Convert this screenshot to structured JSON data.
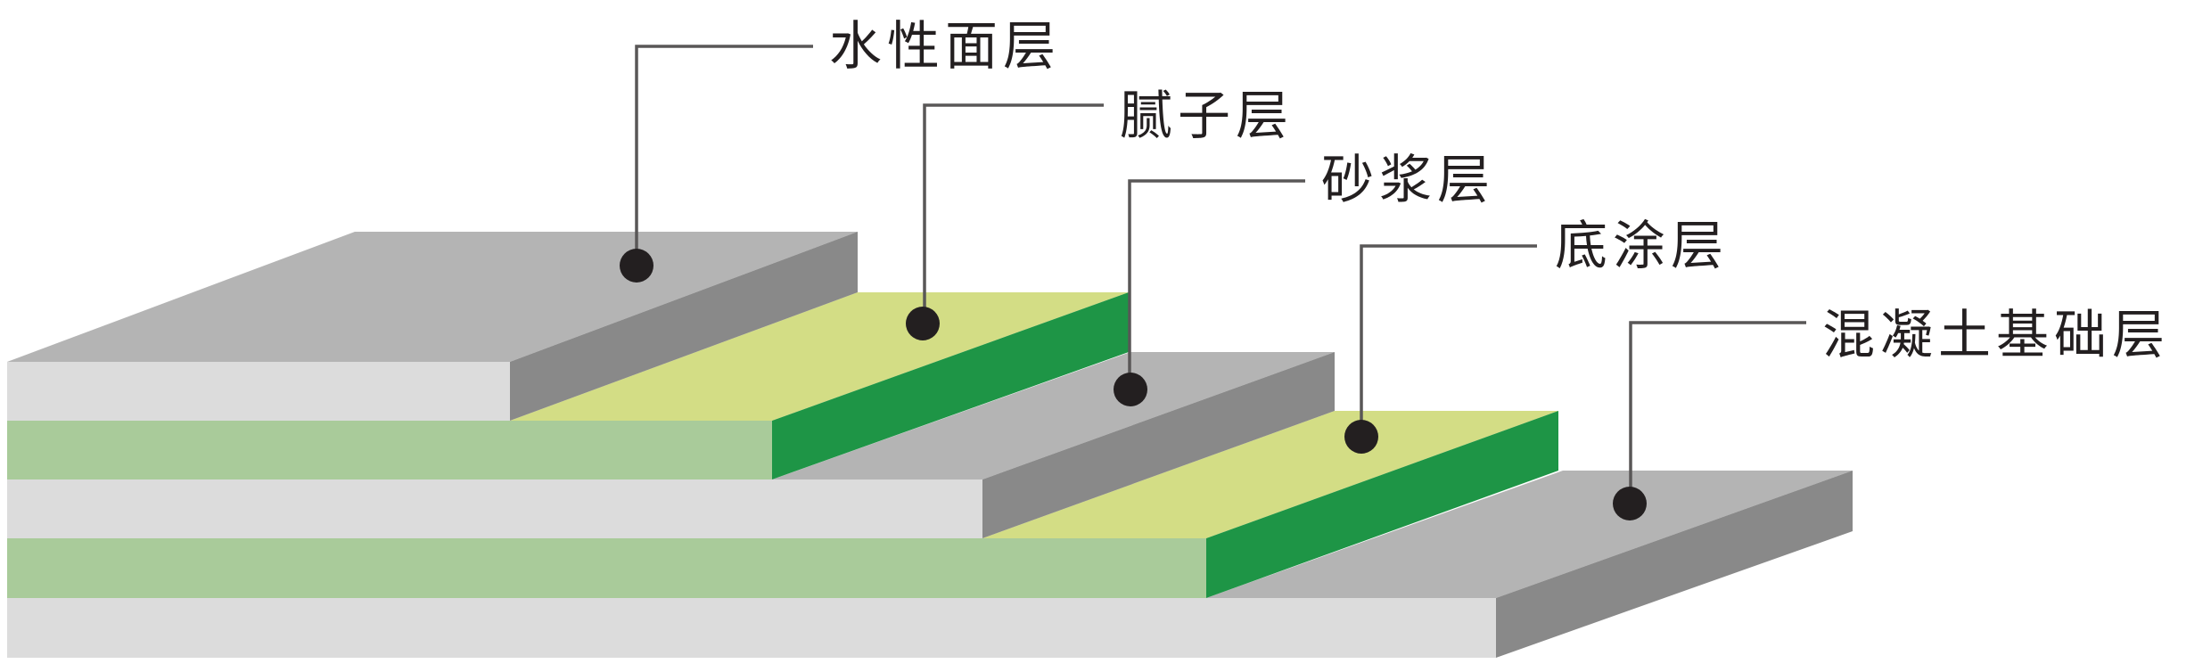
{
  "diagram": {
    "layers": [
      {
        "id": "water-based-top-coat",
        "label": "水性面层"
      },
      {
        "id": "putty-layer",
        "label": "腻子层"
      },
      {
        "id": "mortar-layer",
        "label": "砂浆层"
      },
      {
        "id": "primer-layer",
        "label": "底涂层"
      },
      {
        "id": "concrete-base-layer",
        "label": "混凝土基础层"
      }
    ],
    "colors": {
      "gray_top": "#b4b4b4",
      "gray_side": "#898989",
      "gray_front": "#dcdcdc",
      "yellow_top": "#d3dd85",
      "green_side": "#1e9546",
      "green_front": "#a9cb9a",
      "marker": "#231f20",
      "leader_line": "#595757"
    }
  }
}
